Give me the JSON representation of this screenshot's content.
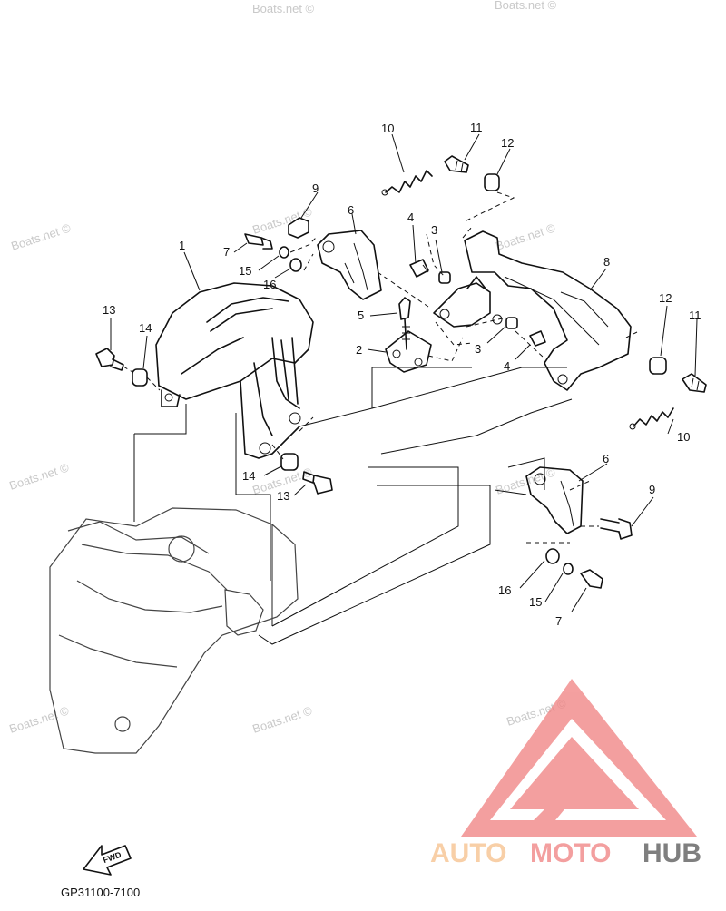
{
  "watermark": "Boats.net ©",
  "diagram_code": "GP31100-7100",
  "fwd_label": "FWD",
  "logo": {
    "text_a": "AUTO",
    "text_b": "MOTO",
    "text_c": "HUB",
    "color_light": "#f6c08a",
    "color_red": "#f08080",
    "color_dark": "#555555"
  },
  "callouts": {
    "c1": "1",
    "c2": "2",
    "c3a": "3",
    "c3b": "3",
    "c4a": "4",
    "c4b": "4",
    "c5": "5",
    "c6a": "6",
    "c6b": "6",
    "c7a": "7",
    "c7b": "7",
    "c8": "8",
    "c9a": "9",
    "c9b": "9",
    "c10a": "10",
    "c10b": "10",
    "c11a": "11",
    "c11b": "11",
    "c12a": "12",
    "c12b": "12",
    "c13a": "13",
    "c13b": "13",
    "c14a": "14",
    "c14b": "14",
    "c15a": "15",
    "c15b": "15",
    "c16a": "16",
    "c16b": "16"
  }
}
